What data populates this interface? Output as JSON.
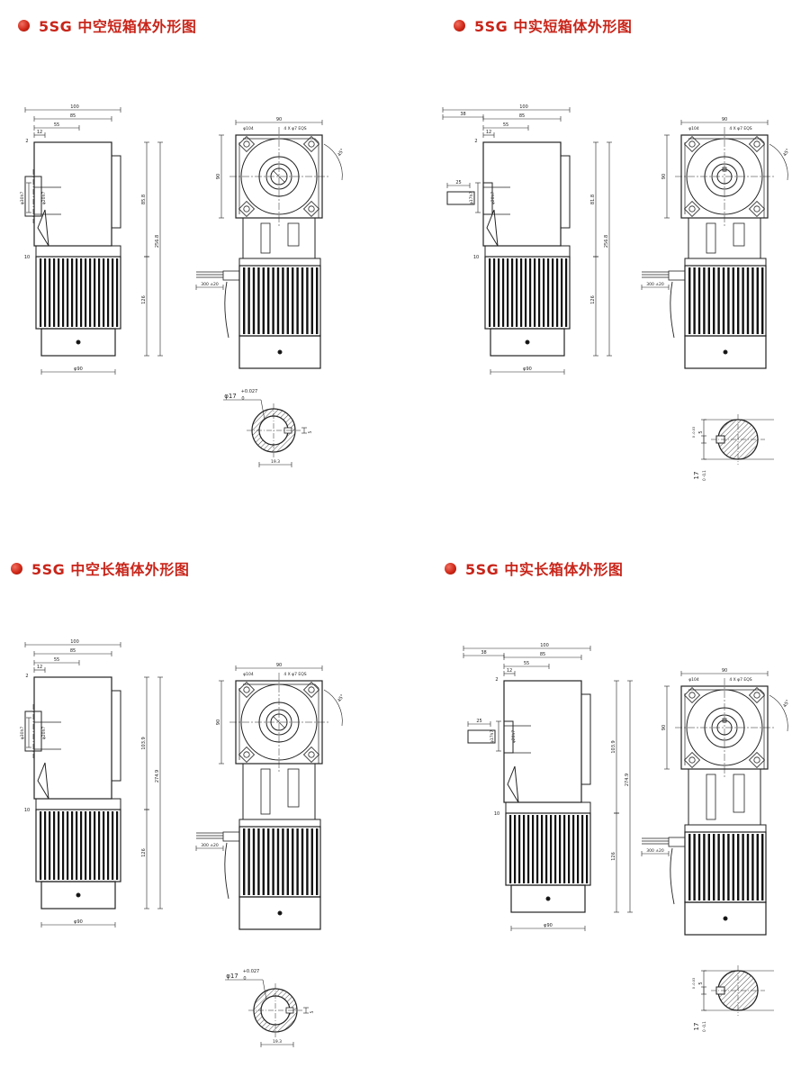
{
  "accent_color": "#c8251a",
  "sections": [
    {
      "title": "5SG 中空短箱体外形图",
      "variant": "hollow",
      "side": {
        "d100": "100",
        "d85": "85",
        "d55": "55",
        "d2": "2",
        "d12": "12",
        "d10": "10",
        "dTop": "2",
        "shaft": "φ30h7",
        "bore": "φ20h7",
        "flange": "φ90",
        "upper": "85.8",
        "motor": "126",
        "total": "256.8"
      },
      "front": {
        "w90": "90",
        "pcd": "φ104",
        "holes": "4 X φ7 EQS",
        "h90": "90",
        "cable": "300 ±20",
        "angle": "45°"
      },
      "shaft_detail": {
        "dia": "φ17",
        "tol": "+0.027",
        "tol0": "0",
        "key": "19.3",
        "kd": "5"
      }
    },
    {
      "title": "5SG 中实短箱体外形图",
      "variant": "solid",
      "side": {
        "d38": "38",
        "d100": "100",
        "d85": "85",
        "d55": "55",
        "d12": "12",
        "d25": "25",
        "d2": "2",
        "d10": "10",
        "shaft": "φ17h7",
        "bore": "φ20h7",
        "flange": "φ90",
        "upper": "81.8",
        "motor": "126",
        "total": "256.8"
      },
      "front": {
        "w90": "90",
        "pcd": "φ104",
        "holes": "4 X φ7 EQS",
        "h90": "90",
        "cable": "300 ±20",
        "angle": "45°"
      },
      "shaft_detail": {
        "key": "5",
        "keytol": "0 -0.03",
        "dia": "17",
        "tol": "0 -0.1"
      }
    },
    {
      "title": "5SG 中空长箱体外形图",
      "variant": "hollow",
      "side": {
        "d100": "100",
        "d85": "85",
        "d55": "55",
        "d2": "2",
        "d12": "12",
        "d10": "10",
        "dTop": "2",
        "shaft": "φ30h7",
        "bore": "φ20h7",
        "flange": "φ90",
        "upper": "103.9",
        "motor": "126",
        "total": "274.9"
      },
      "front": {
        "w90": "90",
        "pcd": "φ104",
        "holes": "4 X φ7 EQS",
        "h90": "90",
        "cable": "300 ±20",
        "angle": "45°"
      },
      "shaft_detail": {
        "dia": "φ17",
        "tol": "+0.027",
        "tol0": "0",
        "key": "19.3",
        "kd": "5"
      }
    },
    {
      "title": "5SG 中实长箱体外形图",
      "variant": "solid",
      "side": {
        "d38": "38",
        "d100": "100",
        "d85": "85",
        "d55": "55",
        "d12": "12",
        "d25": "25",
        "d2": "2",
        "d10": "10",
        "shaft": "φ17h7",
        "bore": "φ20h7",
        "flange": "φ90",
        "upper": "103.9",
        "motor": "126",
        "total": "274.9"
      },
      "front": {
        "w90": "90",
        "pcd": "φ104",
        "holes": "4 X φ7 EQS",
        "h90": "90",
        "cable": "300 ±20",
        "angle": "45°"
      },
      "shaft_detail": {
        "key": "5",
        "keytol": "0 -0.03",
        "dia": "17",
        "tol": "0 -0.1"
      }
    }
  ]
}
